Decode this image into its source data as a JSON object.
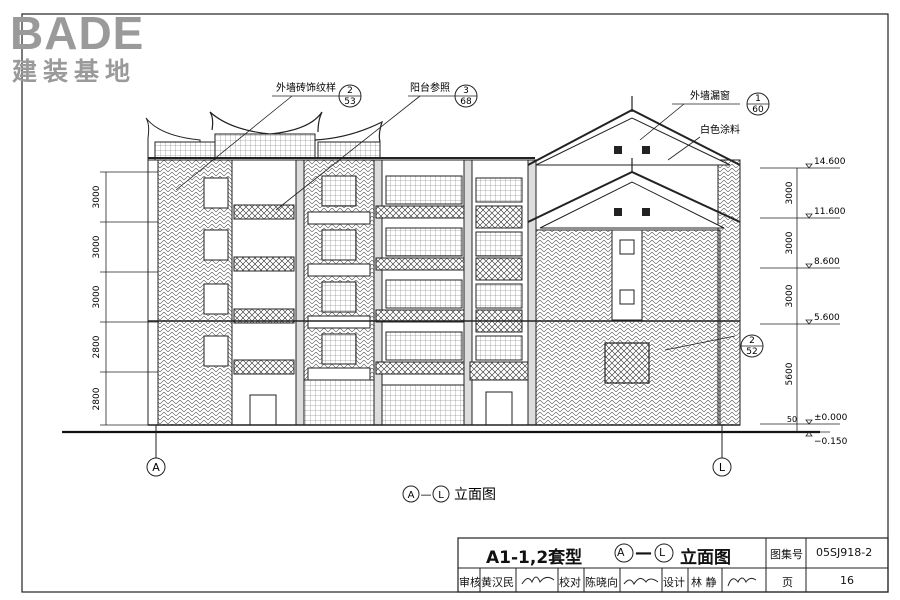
{
  "logo": {
    "brand": "BADE",
    "subtitle": "建装基地"
  },
  "annotations": {
    "ext_wall_brick": "外墙砖饰纹样",
    "ext_wall_brick_ref": [
      "2",
      "53"
    ],
    "balcony_ref": "阳台参照",
    "balcony_ref_num": [
      "3",
      "68"
    ],
    "ext_wall_window": "外墙漏窗",
    "ext_wall_window_ref": [
      "1",
      "60"
    ],
    "white_paint": "白色涂料",
    "right_ref": [
      "2",
      "52"
    ]
  },
  "levels": [
    "14.600",
    "11.600",
    "8.600",
    "5.600",
    "±0.000",
    "−0.150"
  ],
  "dimensions_left": [
    "3000",
    "3000",
    "3000",
    "2800",
    "2800"
  ],
  "dimensions_right": [
    "3000",
    "3000",
    "3000",
    "5600",
    "50"
  ],
  "axes": {
    "left": "A",
    "right": "L"
  },
  "drawing_title": {
    "from": "A",
    "dash": "—",
    "to": "L",
    "text": "立面图"
  },
  "title_block": {
    "main_title_prefix": "A1-1,2套型",
    "axis_from": "A",
    "dash": "—",
    "axis_to": "L",
    "main_title_suffix": "立面图",
    "atlas_label": "图集号",
    "atlas_value": "05SJ918-2",
    "review_label": "审核",
    "review_name": "黄汉民",
    "check_label": "校对",
    "check_name": "陈晓向",
    "design_label": "设计",
    "design_name": "林 静",
    "page_label": "页",
    "page_value": "16"
  }
}
